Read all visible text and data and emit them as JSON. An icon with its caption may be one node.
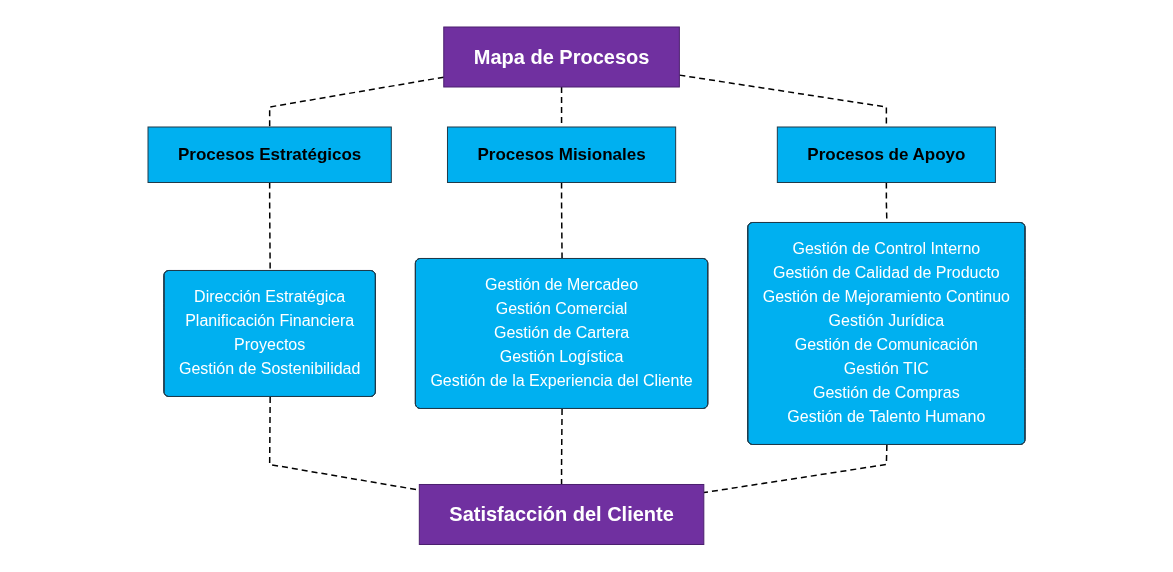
{
  "diagram": {
    "nodes": [
      {
        "text": [
          "Mapa de Procesos"
        ]
      },
      {
        "text": [
          "Procesos Estratégicos"
        ]
      },
      {
        "text": [
          "Procesos Misionales"
        ]
      },
      {
        "text": [
          "Procesos de Apoyo"
        ]
      },
      {
        "text": [
          "Dirección Estratégica",
          "Planificación Financiera",
          "Proyectos",
          "Gestión de Sostenibilidad"
        ]
      },
      {
        "text": [
          "Gestión de Mercadeo",
          "Gestión Comercial",
          "Gestión de Cartera",
          "Gestión Logística",
          "Gestión de la Experiencia del Cliente"
        ]
      },
      {
        "text": [
          "Gestión de Control Interno",
          "Gestión de Calidad de Producto",
          "Gestión de Mejoramiento Continuo",
          "Gestión Jurídica",
          "Gestión de Comunicación",
          "Gestión TIC",
          "Gestión de Compras",
          "Gestión de Talento Humano"
        ]
      },
      {
        "text": [
          "Satisfacción del Cliente"
        ]
      }
    ],
    "edges": [
      {
        "from": 0,
        "to": 1,
        "arrow": "none",
        "style": "dashed"
      },
      {
        "from": 0,
        "to": 2,
        "arrow": "none",
        "style": "dashed"
      },
      {
        "from": 0,
        "to": 3,
        "arrow": "none",
        "style": "dashed"
      },
      {
        "from": 1,
        "to": 4,
        "arrow": "none",
        "style": "dashed"
      },
      {
        "from": 2,
        "to": 5,
        "arrow": "none",
        "style": "dashed"
      },
      {
        "from": 3,
        "to": 6,
        "arrow": "none",
        "style": "dashed"
      },
      {
        "from": 4,
        "to": 7,
        "arrow": "none",
        "style": "dashed"
      },
      {
        "from": 5,
        "to": 7,
        "arrow": "none",
        "style": "dashed"
      },
      {
        "from": 6,
        "to": 7,
        "arrow": "none",
        "style": "dashed"
      }
    ]
  }
}
